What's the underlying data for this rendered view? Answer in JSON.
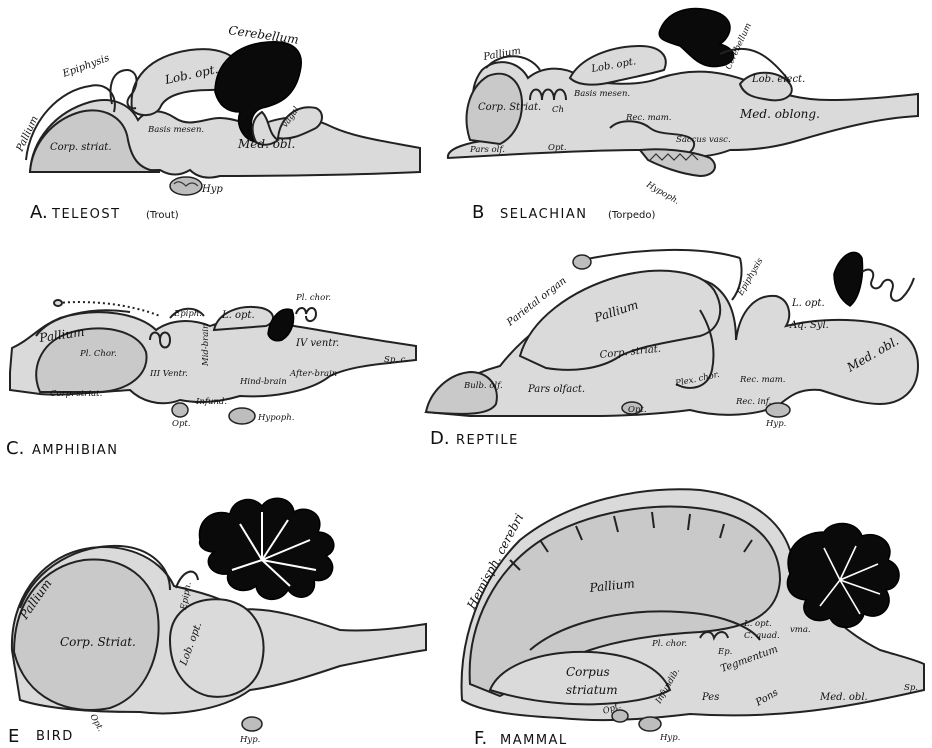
{
  "panels": {
    "teleost": {
      "letter": "A.",
      "caption": "TELEOST",
      "subcaption": "(Trout)",
      "labels": {
        "pallium": "Pallium",
        "epiphysis": "Epiphysis",
        "lob_opt": "Lob. opt.",
        "cerebellum": "Cerebellum",
        "basis_mesen": "Basis mesen.",
        "vagal": "vagal",
        "corp_striat": "Corp. striat.",
        "med_obl": "Med. obl.",
        "hyp": "Hyp"
      }
    },
    "selachian": {
      "letter": "B",
      "caption": "SELACHIAN",
      "subcaption": "(Torpedo)",
      "labels": {
        "pallium": "Pallium",
        "lob_opt": "Lob. opt.",
        "cerebellum": "Cerebellum",
        "corp_striat": "Corp. Striat.",
        "ch": "Ch",
        "basis_mesen": "Basis mesen.",
        "lob_elect": "Lob. elect.",
        "med_oblong": "Med. oblong.",
        "rec_mam": "Rec. mam.",
        "saccus_vasc": "Saccus vasc.",
        "pars_olf": "Pars olf.",
        "opt": "Opt.",
        "hypoph": "Hypoph."
      }
    },
    "amphibian": {
      "letter": "C.",
      "caption": "AMPHIBIAN",
      "labels": {
        "epiph": "Epiph.",
        "l_opt": "L. opt.",
        "pl_chor_top": "Pl. chor.",
        "pallium": "Pallium",
        "pl_chor": "Pl. Chor.",
        "mid_brain": "Mid-brain",
        "iv_ventr": "IV ventr.",
        "sp_c": "Sp. c.",
        "iii_ventr": "III Ventr.",
        "hind_brain": "Hind-brain",
        "after_brain": "After-brain",
        "corp_striat": "Corp. striat.",
        "infund": "Infund.",
        "opt": "Opt.",
        "hypoph": "Hypoph."
      }
    },
    "reptile": {
      "letter": "D.",
      "caption": "REPTILE",
      "labels": {
        "parietal_organ": "Parietal organ",
        "pallium": "Pallium",
        "epiphysis": "Epiphysis",
        "l_opt": "L. opt.",
        "aq_syl": "Aq. Syl.",
        "corp_striat": "Corp. striat.",
        "plex_chor": "Plex. chor.",
        "med_obl": "Med. obl.",
        "bulb_olf": "Bulb. olf.",
        "pars_olfact": "Pars olfact.",
        "rec_mam": "Rec. mam.",
        "rec_inf": "Rec. inf.",
        "opt": "Opt.",
        "hyp": "Hyp."
      }
    },
    "bird": {
      "letter": "E",
      "caption": "BIRD",
      "labels": {
        "pallium": "Pallium",
        "corp_striat": "Corp. Striat.",
        "epiph": "Epiph.",
        "lob_opt": "Lob. opt.",
        "opt": "Opt.",
        "hyp": "Hyp."
      }
    },
    "mammal": {
      "letter": "F.",
      "caption": "MAMMAL",
      "labels": {
        "hemisph_cerebri": "Hemisph. cerebri",
        "pallium": "Pallium",
        "pl_chor": "Pl. chor.",
        "ep": "Ep.",
        "l_opt": "L. opt.",
        "c_quad": "C. quad.",
        "vma": "vma.",
        "corpus": "Corpus",
        "striatum": "striatum",
        "infundib": "Infundib.",
        "tegmentum": "Tegmentum",
        "pes": "Pes",
        "pons": "Pons",
        "med_obl": "Med. obl.",
        "opt": "Opt.",
        "hyp": "Hyp.",
        "sp": "Sp."
      }
    }
  }
}
